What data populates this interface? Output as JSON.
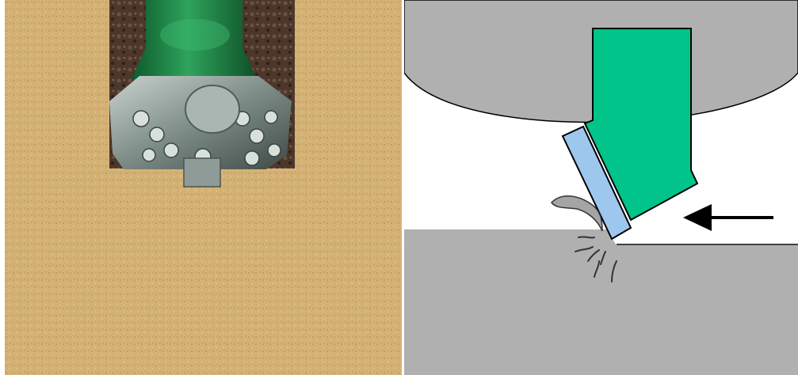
{
  "panels": [
    {
      "id": "drill-bit-photo",
      "kind": "photo",
      "colors": {
        "sand": "#d7b77a",
        "sand_dark": "#b8925a",
        "borehole": "#4a3428",
        "bit_body": "#7c8a84",
        "bit_green": "#1f8a4a"
      }
    },
    {
      "id": "cutter-diagram",
      "kind": "schematic",
      "colors": {
        "formation": "#b0b0b0",
        "bit_body": "#b0b0b0",
        "cutter_holder": "#00c48a",
        "cutter_face": "#9ec7ee",
        "cuttings": "#a5a5a5",
        "arrow": "#000000",
        "background": "#ffffff"
      },
      "arrow": {
        "direction": "left",
        "icon": "arrow-left-icon"
      }
    }
  ]
}
